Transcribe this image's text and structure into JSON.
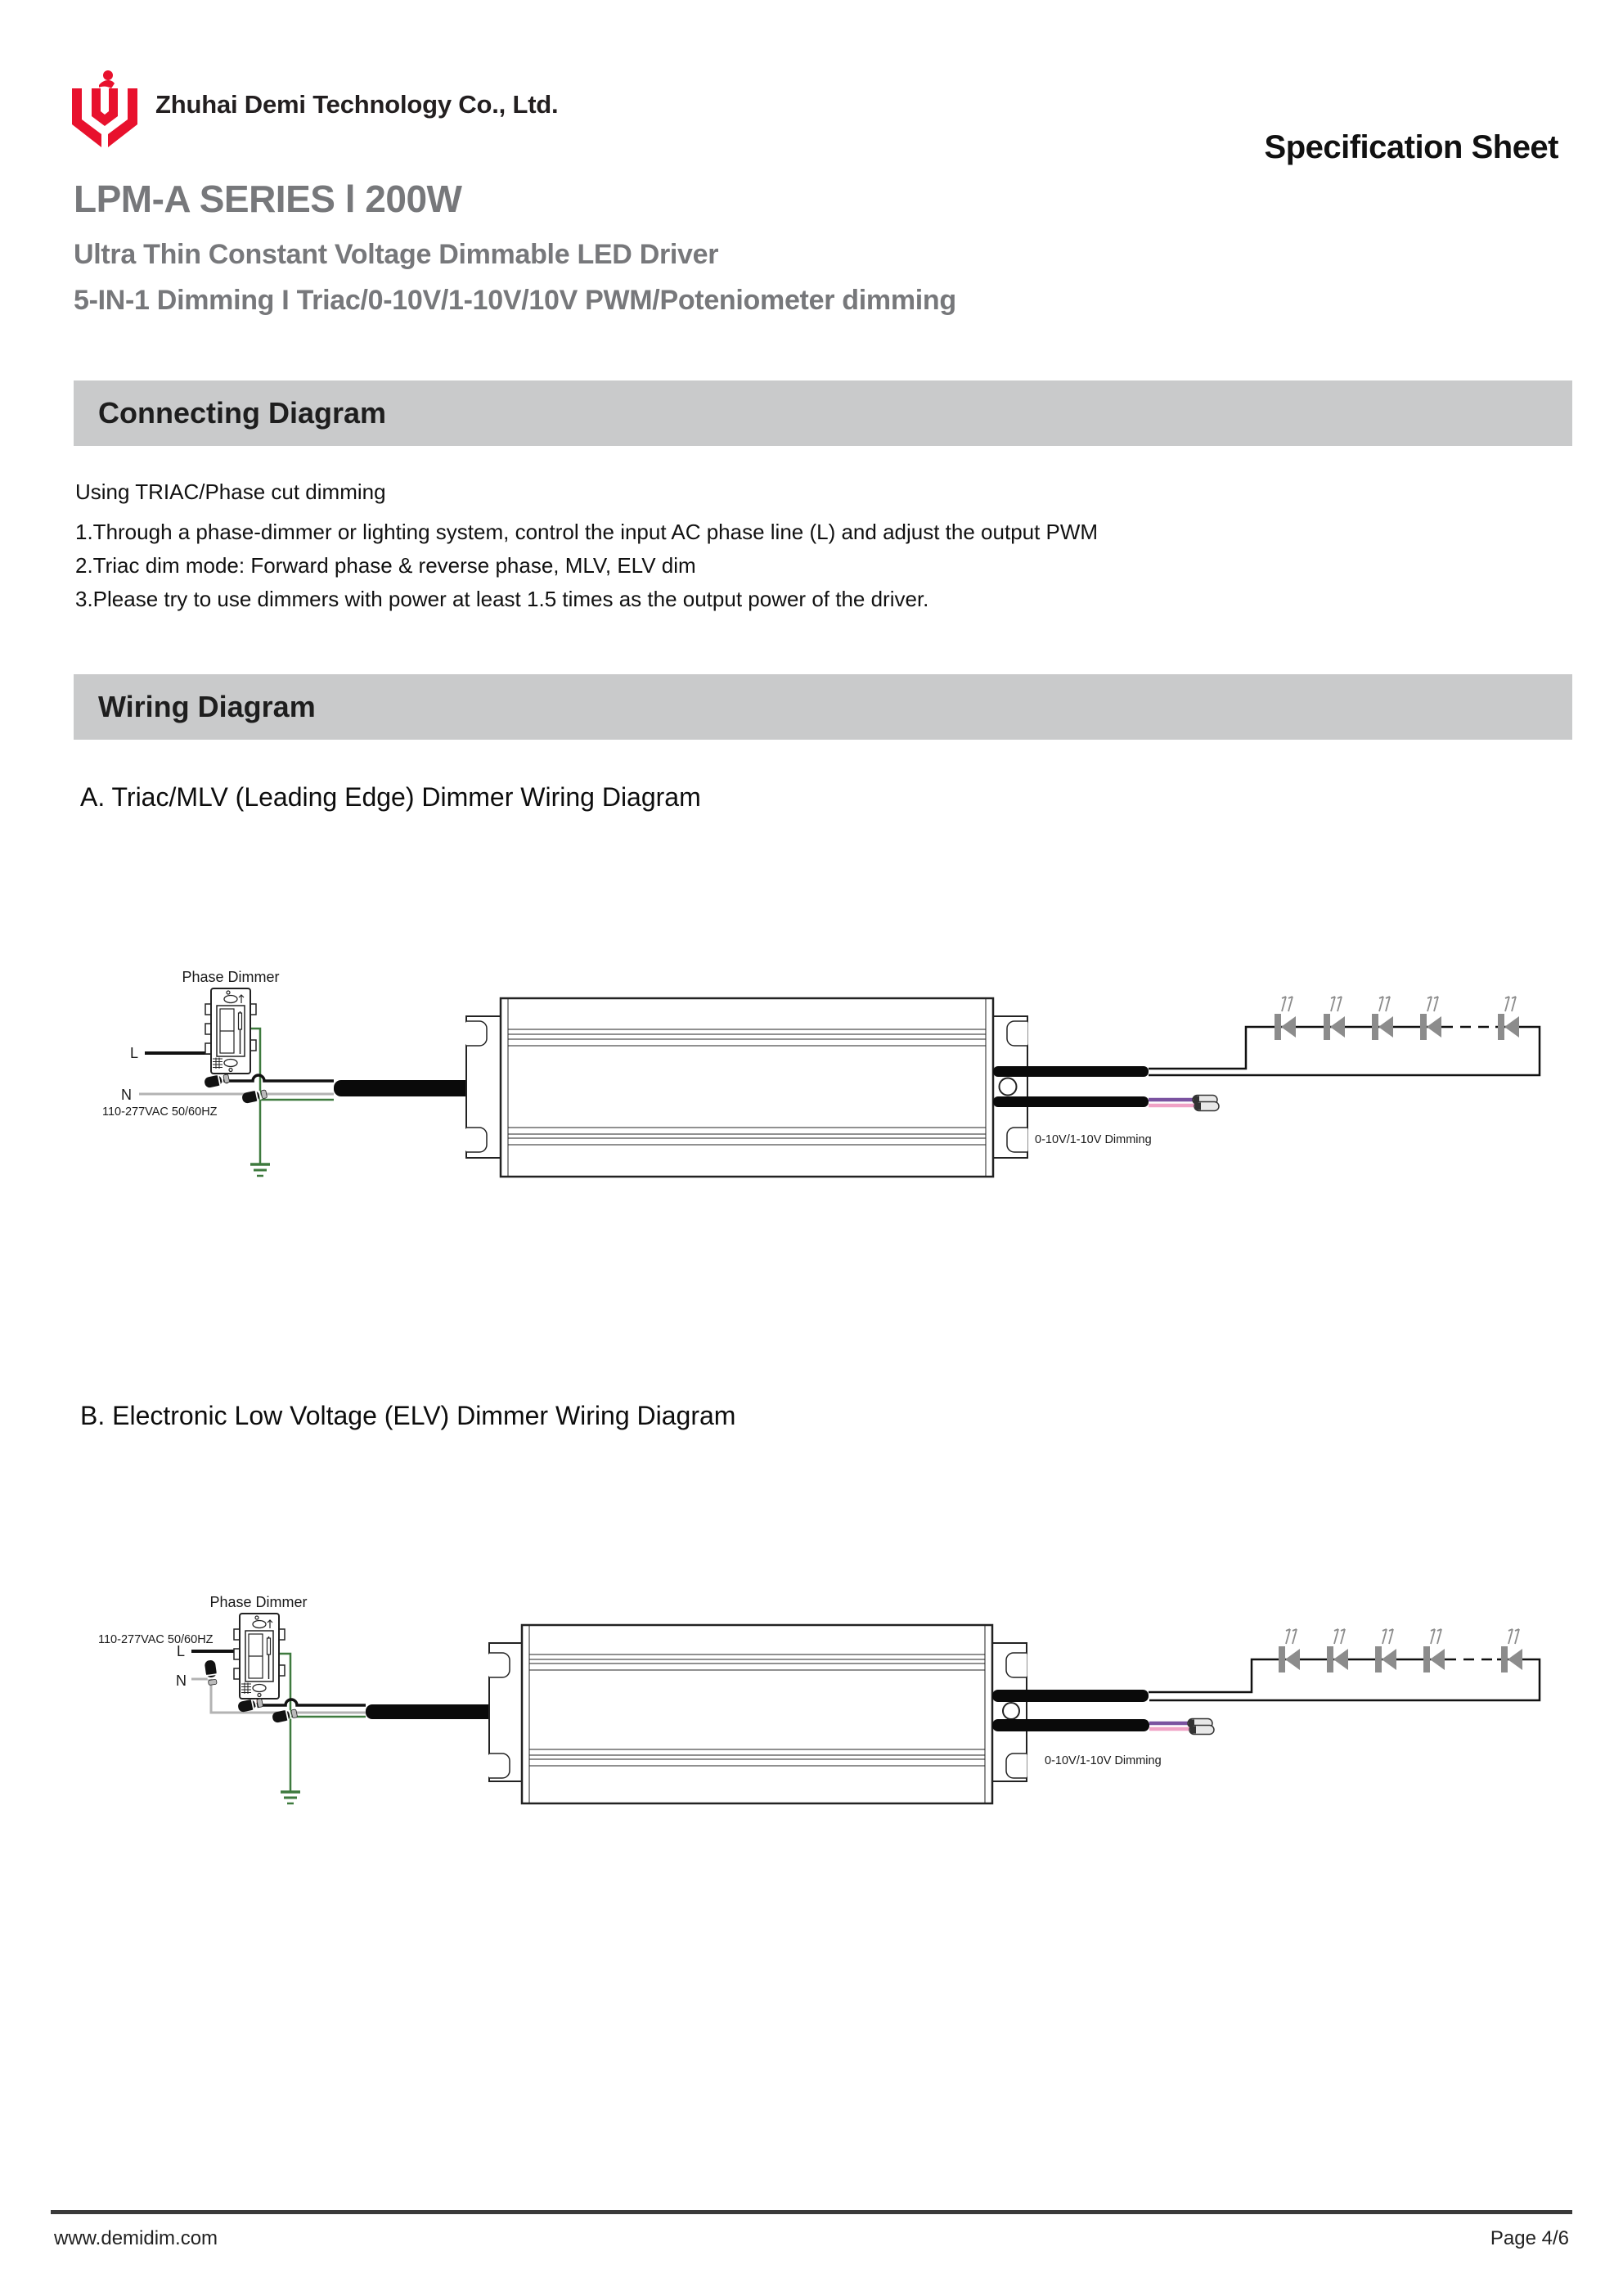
{
  "header": {
    "company_name": "Zhuhai Demi Technology Co., Ltd.",
    "doc_type": "Specification Sheet",
    "product_title": "LPM-A SERIES l 200W",
    "product_subtitle_1": "Ultra Thin Constant Voltage Dimmable LED Driver",
    "product_subtitle_2": "5-IN-1 Dimming I  Triac/0-10V/1-10V/10V PWM/Poteniometer dimming"
  },
  "connecting_diagram": {
    "heading": "Connecting Diagram",
    "intro": "Using TRIAC/Phase cut dimming",
    "notes": [
      "1.Through a phase-dimmer or lighting system, control the input AC phase line (L) and adjust the output PWM",
      "2.Triac dim mode: Forward phase & reverse phase, MLV, ELV dim",
      "3.Please try to use dimmers with power at least 1.5 times as the output power of the driver."
    ]
  },
  "wiring_diagram": {
    "heading": "Wiring Diagram",
    "diagram_a_title": "A. Triac/MLV (Leading Edge) Dimmer Wiring Diagram",
    "diagram_b_title": "B. Electronic Low Voltage (ELV) Dimmer Wiring Diagram"
  },
  "diagram_labels": {
    "phase_dimmer": "Phase Dimmer",
    "live": "L",
    "neutral": "N",
    "input_rating": "110-277VAC 50/60HZ",
    "dimming_output": "0-10V/1-10V Dimming"
  },
  "footer": {
    "website": "www.demidim.com",
    "page": "Page 4/6"
  },
  "colors": {
    "brand_red": "#e8112d",
    "heading_bar_bg": "#c9cacb",
    "title_gray": "#77787b",
    "wire_green": "#3e7a3e",
    "wire_red": "#c4262e",
    "wire_neutral_gray": "#b3b3b3",
    "wire_violet": "#7a52a0",
    "wire_pink": "#f0a2c6",
    "led_gray": "#8c8c8c"
  }
}
